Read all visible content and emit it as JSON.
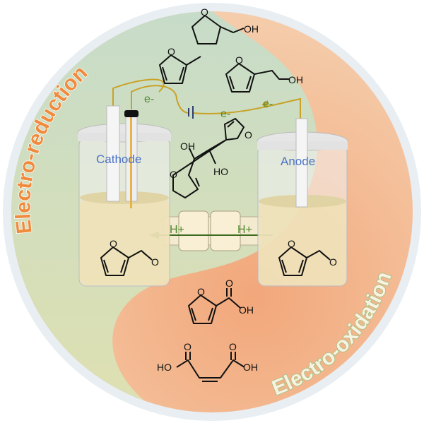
{
  "titles": {
    "reduction": "Electro-reduction",
    "oxidation": "Electro-oxidation"
  },
  "cells": {
    "cathode": "Cathode",
    "anode": "Anode"
  },
  "ions": {
    "proton": "H+",
    "electron": "e-"
  },
  "atoms": {
    "O": "O",
    "OH": "OH",
    "HO": "HO"
  },
  "colors": {
    "green_region": "#c9dcc4",
    "orange_region": "#f3b78f",
    "wire": "#c9a227",
    "arrow": "#3e6b22",
    "liquid": "#eee0b4"
  }
}
